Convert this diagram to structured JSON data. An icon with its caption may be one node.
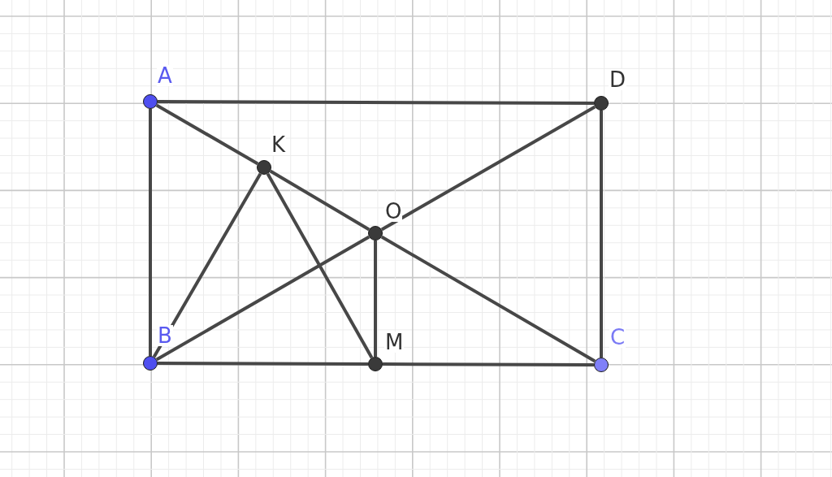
{
  "diagram": {
    "nodes": [
      {
        "text": [],
        "shape": "circle",
        "beside": [
          "A"
        ]
      },
      {
        "text": [],
        "shape": "circle",
        "beside": [
          "D"
        ]
      },
      {
        "text": [],
        "shape": "circle",
        "beside": [
          "K"
        ]
      },
      {
        "text": [],
        "shape": "circle",
        "beside": [
          "O"
        ]
      },
      {
        "text": [],
        "shape": "circle",
        "beside": [
          "B"
        ]
      },
      {
        "text": [],
        "shape": "circle",
        "beside": [
          "M"
        ]
      },
      {
        "text": [],
        "shape": "circle",
        "beside": [
          "C"
        ]
      }
    ],
    "edges": [
      {
        "from": 0,
        "to": 1,
        "arrow": "none"
      },
      {
        "from": 0,
        "to": 4,
        "arrow": "none"
      },
      {
        "from": 1,
        "to": 6,
        "arrow": "none"
      },
      {
        "from": 4,
        "to": 5,
        "arrow": "none"
      },
      {
        "from": 5,
        "to": 6,
        "arrow": "none"
      },
      {
        "from": 0,
        "to": 2,
        "arrow": "none"
      },
      {
        "from": 2,
        "to": 3,
        "arrow": "none"
      },
      {
        "from": 3,
        "to": 6,
        "arrow": "none"
      },
      {
        "from": 4,
        "to": 3,
        "arrow": "none"
      },
      {
        "from": 3,
        "to": 1,
        "arrow": "none"
      },
      {
        "from": 2,
        "to": 4,
        "arrow": "none"
      },
      {
        "from": 2,
        "to": 5,
        "arrow": "none"
      },
      {
        "from": 3,
        "to": 5,
        "arrow": "none"
      }
    ]
  }
}
